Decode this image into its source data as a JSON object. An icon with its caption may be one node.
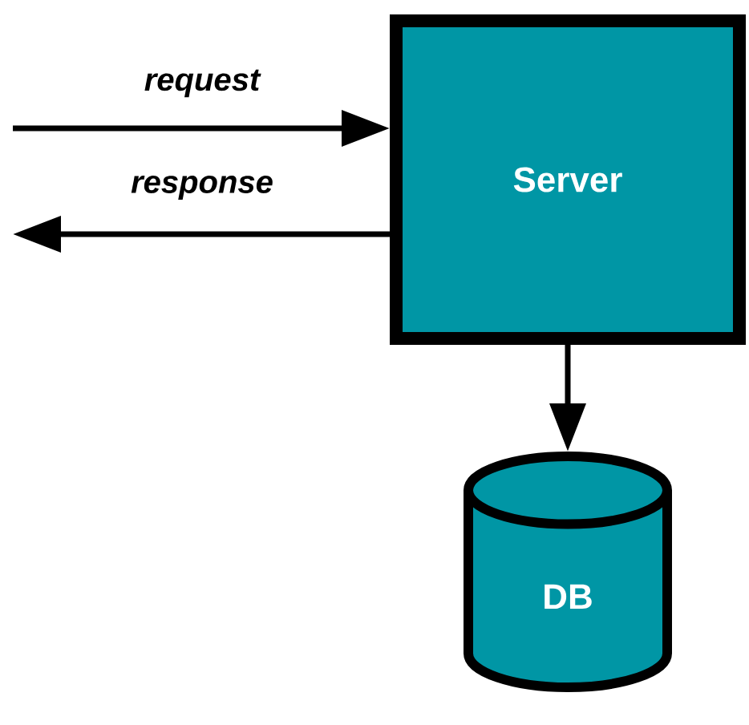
{
  "diagram": {
    "nodes": [
      {
        "text": [
          "Server"
        ]
      },
      {
        "text": [
          "DB"
        ]
      }
    ],
    "edges": [
      {
        "from": null,
        "to": 0,
        "arrow": "to",
        "label": "request"
      },
      {
        "from": 0,
        "to": null,
        "arrow": "to",
        "label": "response"
      },
      {
        "from": 0,
        "to": 1,
        "arrow": "to"
      }
    ]
  }
}
